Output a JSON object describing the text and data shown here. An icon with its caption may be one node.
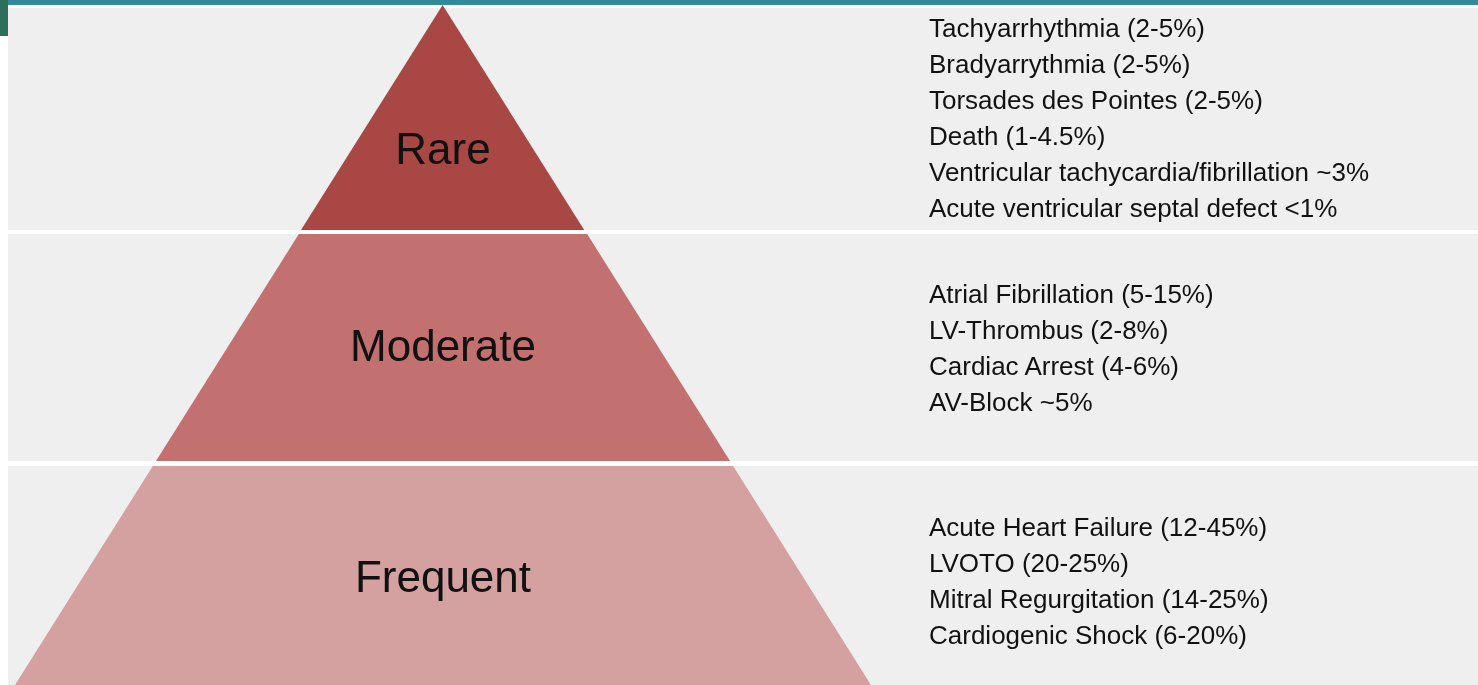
{
  "diagram": {
    "nodes": [
      {
        "text": [
          "Rare"
        ],
        "beside": [
          "Tachyarrhythmia (2-5%)",
          "Bradyarrythmia (2-5%)",
          "Torsades des Pointes (2-5%)",
          "Death (1-4.5%)",
          "Ventricular tachycardia/fibrillation ~3%",
          "Acute ventricular septal defect <1%"
        ]
      },
      {
        "text": [
          "Moderate"
        ],
        "beside": [
          "Atrial Fibrillation (5-15%)",
          "LV-Thrombus (2-8%)",
          "Cardiac Arrest (4-6%)",
          "AV-Block ~5%"
        ]
      },
      {
        "text": [
          "Frequent"
        ],
        "beside": [
          "Acute Heart Failure (12-45%)",
          "LVOTO (20-25%)",
          "Mitral Regurgitation (14-25%)",
          "Cardiogenic Shock (6-20%)"
        ]
      }
    ]
  }
}
